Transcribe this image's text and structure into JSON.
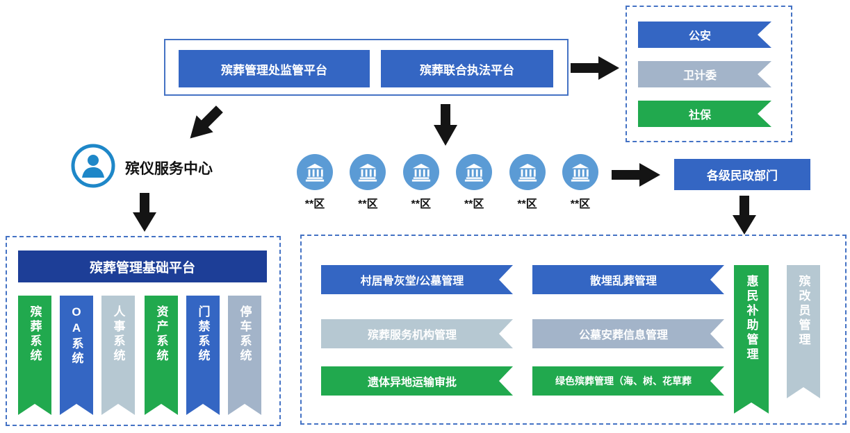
{
  "colors": {
    "blue": "#3466C3",
    "dark_blue": "#1D3E97",
    "green": "#21A94E",
    "gray": "#A3B4C9",
    "light_gray": "#B6C8D2",
    "icon_blue": "#5B9BD5",
    "border_blue": "#4472C4",
    "arrow_black": "#141414"
  },
  "top_platforms": {
    "items": [
      {
        "label": "殡葬管理处监管平台"
      },
      {
        "label": "殡葬联合执法平台"
      }
    ]
  },
  "agencies": {
    "items": [
      {
        "label": "公安",
        "color": "#3466C3"
      },
      {
        "label": "卫计委",
        "color": "#A3B4C9"
      },
      {
        "label": "社保",
        "color": "#21A94E"
      }
    ]
  },
  "service_center": {
    "label": "殡仪服务中心"
  },
  "districts": {
    "items": [
      {
        "label": "**区"
      },
      {
        "label": "**区"
      },
      {
        "label": "**区"
      },
      {
        "label": "**区"
      },
      {
        "label": "**区"
      },
      {
        "label": "**区"
      }
    ]
  },
  "civil_affairs": {
    "label": "各级民政部门"
  },
  "base_platform": {
    "title": "殡葬管理基础平台",
    "systems": [
      {
        "label": "殡葬系统",
        "color": "#21A94E"
      },
      {
        "label": "OA系统",
        "color": "#3466C3"
      },
      {
        "label": "人事系统",
        "color": "#B6C8D2"
      },
      {
        "label": "资产系统",
        "color": "#21A94E"
      },
      {
        "label": "门禁系统",
        "color": "#3466C3"
      },
      {
        "label": "停车系统",
        "color": "#A3B4C9"
      }
    ]
  },
  "civil_modules": {
    "left": [
      {
        "label": "村居骨灰堂/公墓管理",
        "color": "#3466C3"
      },
      {
        "label": "殡葬服务机构管理",
        "color": "#B6C8D2"
      },
      {
        "label": "遗体异地运输审批",
        "color": "#21A94E"
      }
    ],
    "right": [
      {
        "label": "散埋乱葬管理",
        "color": "#3466C3"
      },
      {
        "label": "公墓安葬信息管理",
        "color": "#A3B4C9"
      },
      {
        "label": "绿色殡葬管理（海、树、花草葬",
        "color": "#21A94E"
      }
    ],
    "vertical": [
      {
        "label": "惠民补助管理",
        "color": "#21A94E"
      },
      {
        "label": "殡改员管理",
        "color": "#B6C8D2"
      }
    ]
  }
}
